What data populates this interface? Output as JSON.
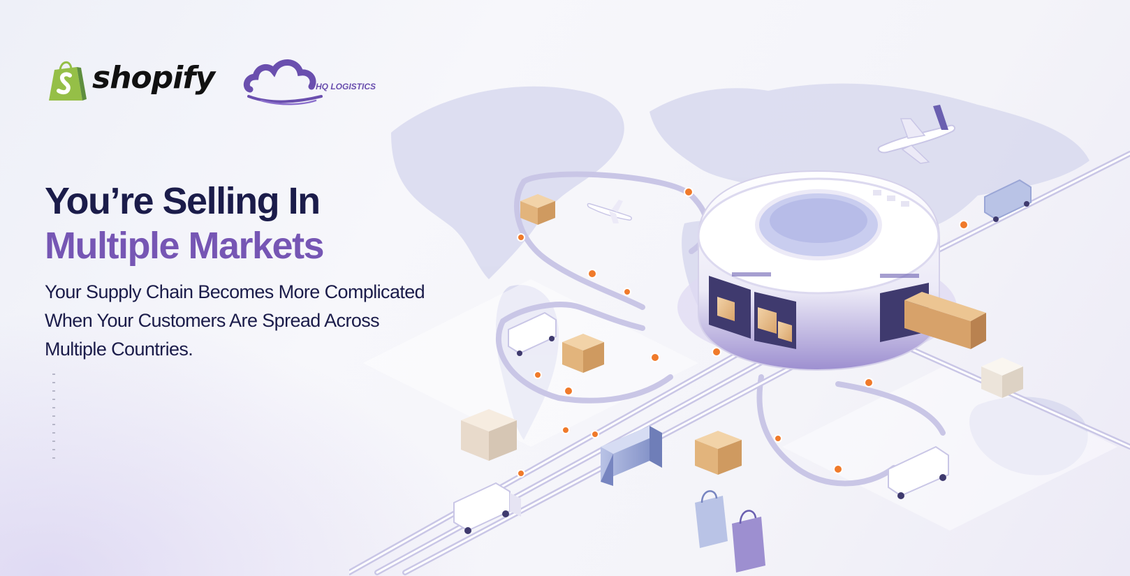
{
  "brand": {
    "shopify_wordmark": "shopify",
    "hq_logo_text": "HQ LOGISTICS"
  },
  "headline": {
    "line1": "You’re Selling In",
    "line2": "Multiple Markets"
  },
  "subtext": {
    "line1": "Your Supply Chain Becomes More Complicated",
    "line2": "When Your Customers Are Spread Across",
    "line3": "Multiple Countries."
  },
  "colors": {
    "navy": "#1b1c4a",
    "purple": "#7656b4",
    "shopify_green": "#95bf47",
    "map_lavender": "#d8d9ef",
    "route_dot_orange": "#f07a2a"
  },
  "illustration": {
    "icons": [
      "world-map",
      "warehouse",
      "airplane",
      "truck",
      "shipping-container",
      "cardboard-box",
      "shopping-bag"
    ]
  }
}
